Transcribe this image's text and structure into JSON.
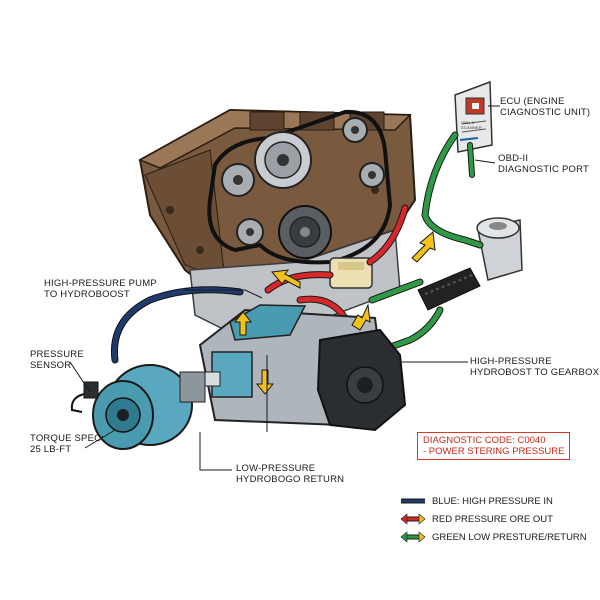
{
  "labels": {
    "ecu": [
      "ECU (ENGINE",
      "CIAGNOSTIC UNIT)"
    ],
    "ecu_screen": [
      "OBD-II",
      "SCANNER"
    ],
    "obd": [
      "OBD-II",
      "DIAGNOSTIC PORT"
    ],
    "pump": [
      "HIGH-PRESSURE PUMP",
      "TO HYDROBOOST"
    ],
    "sensor": [
      "PRESSURE",
      "SENSOR"
    ],
    "torque": [
      "TORQUE SPEC:",
      "25 LB-FT"
    ],
    "hpgear": [
      "HIGH-PRESSURE",
      "HYDROBOST TO GEARBOX"
    ],
    "lowret": [
      "LOW-PRESSURE",
      "HYDROBOGO RETURN"
    ],
    "diag": [
      "DIAGNOSTIC CODE: C0040",
      "- POWER STERING PRESSURE"
    ]
  },
  "legend": [
    {
      "text": "BLUE: HIGH PRESSURE IN",
      "color": "#1f3a6e"
    },
    {
      "text": "RED PRESSURE ORE OUT",
      "color": "#d8272a"
    },
    {
      "text": "GREEN LOW PRESTURE/RETURN",
      "color": "#2e9a45"
    }
  ],
  "colors": {
    "engine": "#7a5a3e",
    "pump_body": "#4a9ab0",
    "high_pressure": "#1f3a6e",
    "pressure_out": "#d8272a",
    "low_return": "#2e9a45",
    "flow_arrow": "#f2c21b",
    "diag_red": "#c92a1a"
  }
}
